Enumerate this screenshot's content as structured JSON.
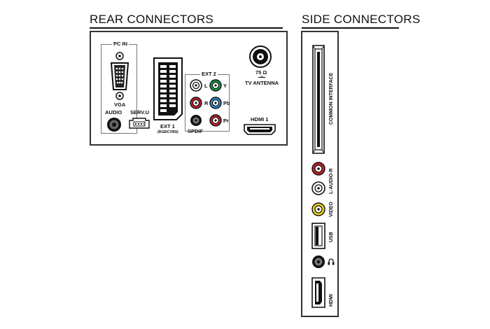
{
  "rear": {
    "title": "REAR CONNECTORS",
    "pc_in": "PC IN",
    "vga": "VGA",
    "audio": "AUDIO",
    "serv_u": "SERV.U",
    "ext1": "EXT 1",
    "ext1_sub": "(RGB/CVBS)",
    "ext2": "EXT 2",
    "l": "L",
    "r": "R",
    "y": "Y",
    "pb": "Pb",
    "pr": "Pr",
    "spdif": "SPDIF",
    "ohm": "75 Ω",
    "antenna": "TV ANTENNA",
    "hdmi1": "HDMI 1"
  },
  "side": {
    "title": "SIDE CONNECTORS",
    "common_interface": "COMMON INTERFACE",
    "audio_lr": "L-AUDIO-R",
    "video": "VIDEO",
    "usb": "USB",
    "headphone_icon": "headphone-icon",
    "hdmi": "HDMI"
  },
  "colors": {
    "red": "#c8202a",
    "green": "#1a9c4a",
    "blue": "#2b8bd0",
    "yellow": "#f2d21b",
    "white": "#ffffff"
  }
}
